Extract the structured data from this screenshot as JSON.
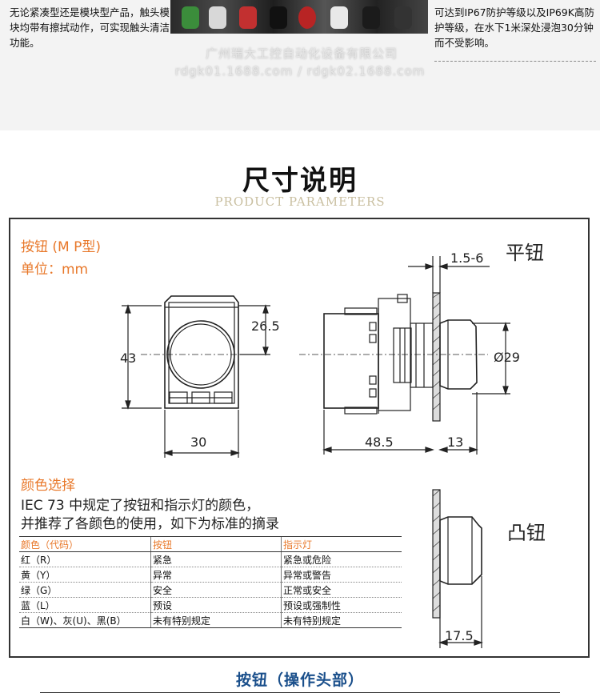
{
  "top": {
    "left_text": "无论紧凑型还是模块型产品，触头模块均带有擦拭动作，可实现触头清洁功能。",
    "right_text": "可达到IP67防护等级以及IP69K高防护等级，在水下1米深处浸泡30分钟而不受影响。",
    "watermark_line1": "广州瑞大工控自动化设备有限公司",
    "watermark_line2": "rdgk01.1688.com / rdgk02.1688.com"
  },
  "section": {
    "title": "尺寸说明",
    "subtitle": "PRODUCT  PARAMETERS"
  },
  "panel": {
    "heading": "按钮 (M P型)",
    "unit": "单位：mm",
    "flat_label": "平钮",
    "raised_label": "凸钮",
    "dims": {
      "d_15_6": "1.5-6",
      "d_26_5": "26.5",
      "d_43": "43",
      "d_29": "Ø29",
      "d_30": "30",
      "d_48_5": "48.5",
      "d_13": "13",
      "d_17_5": "17.5"
    },
    "color_heading": "颜色选择",
    "color_desc1": "IEC 73 中规定了按钮和指示灯的颜色，",
    "color_desc2": "并推荐了各颜色的使用，如下为标准的摘录",
    "table": {
      "headers": [
        "颜色（代码）",
        "按钮",
        "指示灯"
      ],
      "rows": [
        [
          "红（R）",
          "紧急",
          "紧急或危险"
        ],
        [
          "黄（Y）",
          "异常",
          "异常或警告"
        ],
        [
          "绿（G）",
          "安全",
          "正常或安全"
        ],
        [
          "蓝（L）",
          "预设",
          "预设或强制性"
        ],
        [
          "白（W)、灰(U)、黑(B）",
          "未有特别规定",
          "未有特别规定"
        ]
      ]
    }
  },
  "bottom": {
    "title": "按钮（操作头部）"
  }
}
